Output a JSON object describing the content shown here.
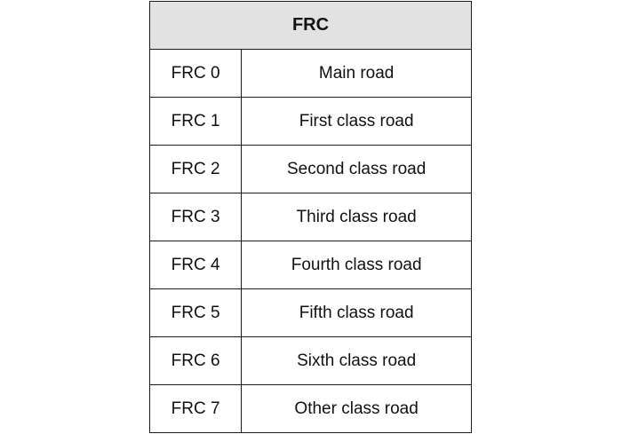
{
  "table": {
    "header": "FRC",
    "rows": [
      {
        "code": "FRC 0",
        "description": "Main road"
      },
      {
        "code": "FRC 1",
        "description": "First class road"
      },
      {
        "code": "FRC 2",
        "description": "Second class road"
      },
      {
        "code": "FRC 3",
        "description": "Third class road"
      },
      {
        "code": "FRC 4",
        "description": "Fourth class road"
      },
      {
        "code": "FRC 5",
        "description": "Fifth class road"
      },
      {
        "code": "FRC 6",
        "description": "Sixth class road"
      },
      {
        "code": "FRC 7",
        "description": "Other class road"
      }
    ]
  }
}
